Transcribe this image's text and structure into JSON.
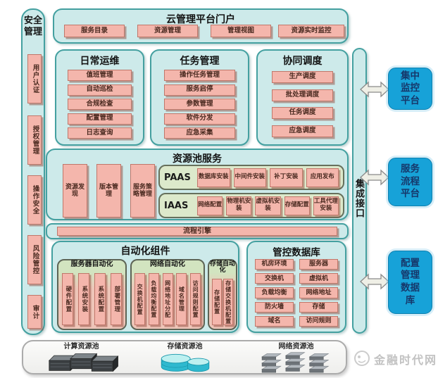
{
  "colors": {
    "canvas_bg": "#ffffff",
    "panel_bg": "#cdeaea",
    "panel_border": "#44a0a0",
    "item_pink": "#f4b6ac",
    "paas_bg": "#dce9cb",
    "blue_box": "#17a2d8",
    "blue_text": "#16386b",
    "watermark_gray": "#c2c2c2"
  },
  "security_bar": {
    "title": "安全管理",
    "items": [
      "用户认证",
      "授权管理",
      "操作安全",
      "风险管控",
      "审计"
    ]
  },
  "portal": {
    "title": "云管理平台门户",
    "items": [
      "服务目录",
      "资源管理",
      "管理视图",
      "资源实时监控"
    ]
  },
  "columns": [
    {
      "title": "日常运维",
      "items": [
        "值班管理",
        "自动巡检",
        "合规检查",
        "配置管理",
        "日志查询"
      ]
    },
    {
      "title": "任务管理",
      "items": [
        "操作任务管理",
        "服务启停",
        "参数管理",
        "软件分发",
        "应急采集"
      ]
    },
    {
      "title": "协同调度",
      "items": [
        "生产调度",
        "批处理调度",
        "任务调度",
        "应急调度"
      ]
    }
  ],
  "resource_pool_services": {
    "title": "资源池服务",
    "vertical_items": [
      "资源发现",
      "版本管理",
      "服务策略管理"
    ],
    "paas": {
      "label": "PAAS",
      "items": [
        "数据库安装",
        "中间件安装",
        "补丁安装",
        "应用发布"
      ]
    },
    "iaas": {
      "label": "IAAS",
      "items": [
        "网络配置",
        "物理机安装",
        "虚拟机安装",
        "存储配置",
        "工具代理安装"
      ]
    }
  },
  "process_engine": {
    "label": "流程引擎"
  },
  "automation": {
    "title": "自动化组件",
    "groups": [
      {
        "title": "服务器自动化",
        "items": [
          "硬件配置",
          "系统安装",
          "系统配置",
          "部署管理"
        ]
      },
      {
        "title": "网络自动化",
        "items": [
          "交换机配置",
          "负载均衡配置",
          "网络地址分配",
          "域名管理",
          "访问规则配置"
        ]
      },
      {
        "title": "存储自动化",
        "items": [
          "存储配置",
          "存储交换机配置"
        ]
      }
    ]
  },
  "control_db": {
    "title": "管控数据库",
    "left_items": [
      "机房环境",
      "交换机",
      "负载均衡",
      "防火墙",
      "域名"
    ],
    "right_items": [
      "服务器",
      "虚拟机",
      "网络地址",
      "存储",
      "访问规则"
    ]
  },
  "integration_bar": {
    "label": "集成接口"
  },
  "external_systems": [
    {
      "label": "集中监控平台"
    },
    {
      "label": "服务流程平台"
    },
    {
      "label": "配置管理数据库"
    }
  ],
  "resource_pools": {
    "items": [
      {
        "label": "计算资源池",
        "icon": "server-rack-icon"
      },
      {
        "label": "存储资源池",
        "icon": "storage-cylinder-icon"
      },
      {
        "label": "网络资源池",
        "icon": "network-switch-icon"
      }
    ]
  },
  "watermark": {
    "label": "金融时代网"
  }
}
